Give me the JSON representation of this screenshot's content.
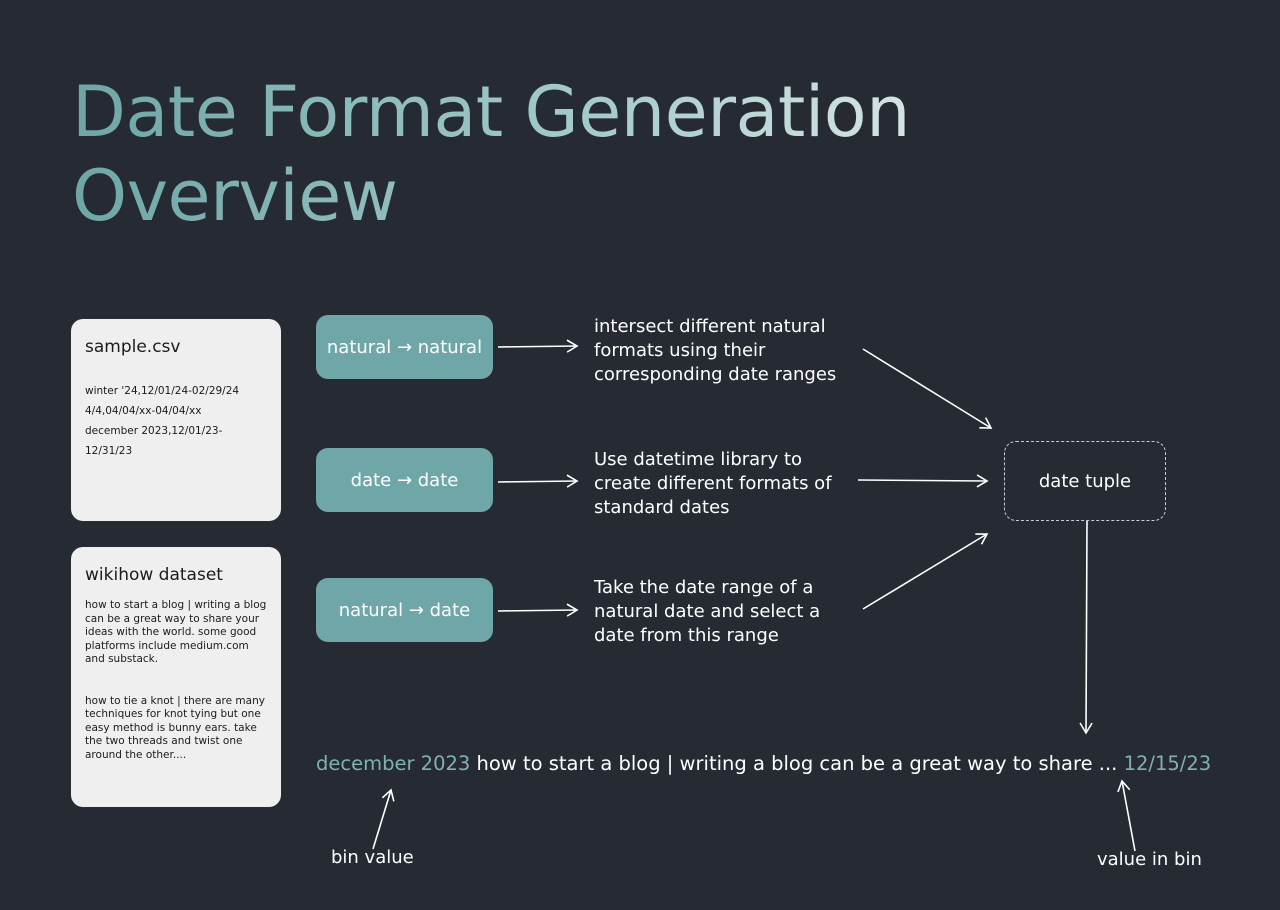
{
  "title": {
    "line1": "Date Format Generation",
    "line2": "Overview"
  },
  "sample_csv": {
    "title": "sample.csv",
    "lines": [
      "winter '24,12/01/24-02/29/24",
      "4/4,04/04/xx-04/04/xx",
      "december 2023,12/01/23-12/31/23"
    ]
  },
  "wikihow": {
    "title": "wikihow dataset",
    "entries": [
      "how to start a blog | writing a blog can be a great way to share your ideas with the world. some good platforms include medium.com and substack.",
      "how to tie a knot | there are many techniques for knot tying but one easy method is bunny ears. take the two threads and twist one around the other...."
    ]
  },
  "methods": [
    {
      "label": "natural → natural",
      "description": "intersect different natural formats using their corresponding date ranges"
    },
    {
      "label": "date → date",
      "description": "Use datetime library to create different formats of standard dates"
    },
    {
      "label": "natural → date",
      "description": "Take the date range of a natural date and select a date from this range"
    }
  ],
  "tuple_label": "date tuple",
  "example": {
    "bin_value": "december 2023",
    "text": "how to start a blog | writing a blog can be a great way to share ...",
    "value_in_bin": "12/15/23"
  },
  "annotations": {
    "bin_label": "bin value",
    "value_label": "value in bin"
  },
  "colors": {
    "background": "#262a33",
    "accent": "#6fa7a8",
    "card": "#efefef"
  }
}
